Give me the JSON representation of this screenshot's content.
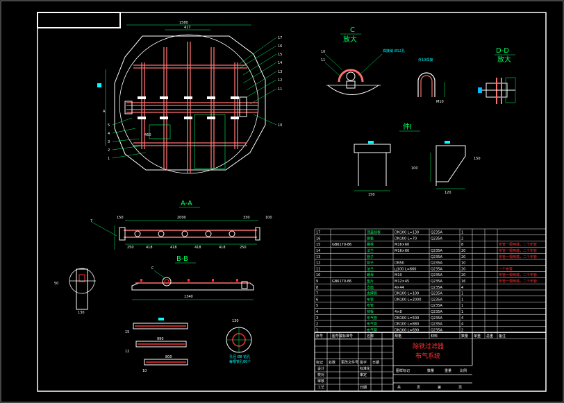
{
  "colors": {
    "background": "#000000",
    "frame": "#ffffff",
    "part": "#ff7070",
    "dimension": "#00ff66",
    "label": "#00ffff",
    "highlight": "#ff3030",
    "fill": "#00dd55",
    "accent": "#00bbff"
  },
  "plan": {
    "dim_top_1": "1580",
    "dim_top_2": "417",
    "dim_inner": "460",
    "section_mark": "A",
    "callouts": [
      "17",
      "16",
      "15",
      "14",
      "13",
      "12",
      "11",
      "10"
    ],
    "left_callouts": [
      "5",
      "4",
      "3",
      "2",
      "1"
    ]
  },
  "detail_c": {
    "title": "C",
    "subtitle": "放大",
    "note_1": "焊接缝 Ø12孔",
    "note_2": "外10焊接",
    "dim": "M10",
    "callout_a": "10",
    "callout_b": "11"
  },
  "detail_dd": {
    "title": "D-D",
    "subtitle": "放大"
  },
  "part_i": {
    "title": "件Ⅰ",
    "dim_a": "150",
    "dim_b": "100",
    "dim_c": "150",
    "dim_d": "120"
  },
  "section_aa": {
    "title": "A-A",
    "dim_total": "2000",
    "dim_left": "150",
    "dim_right": "330",
    "dim_end": "100",
    "spacing": [
      "250",
      "418",
      "418",
      "418",
      "418",
      "250"
    ],
    "callout": "7"
  },
  "section_bb": {
    "title": "B-B",
    "dim_total": "1340",
    "callout": "C",
    "side_dim_a": "50",
    "side_dim_b": "130"
  },
  "pipes": {
    "dim_mid": "990",
    "dim_low": "800",
    "callouts": [
      "15",
      "12",
      "10"
    ]
  },
  "detail_x": {
    "dim": "130",
    "note_1": "孔径 Ø8 钻孔",
    "note_2": "每根管孔80个"
  },
  "bom": {
    "header": [
      "序号",
      "图号或标准号",
      "名称",
      "规格",
      "材料",
      "数量",
      "单重",
      "总重",
      "备注"
    ],
    "rows": [
      [
        "17",
        "",
        "顶盖挡板",
        "DN100 L=130",
        "Q235A",
        "1",
        "",
        "",
        ""
      ],
      [
        "16",
        "",
        "侧板",
        "DN100 L=70",
        "Q235A",
        "2",
        "",
        "",
        ""
      ],
      [
        "15",
        "GB6170-86",
        "螺栓",
        "M16×60",
        "",
        "8",
        "",
        "",
        "布管一根两端，二个布管"
      ],
      [
        "14",
        "",
        "法兰",
        "M16×60",
        "Q235A",
        "20",
        "",
        "",
        "布管一根两端，二个布管"
      ],
      [
        "13",
        "",
        "管子",
        "",
        "Q235A",
        "20",
        "",
        "",
        "布管一根两端，二个布管"
      ],
      [
        "12",
        "",
        "管子",
        "DN50",
        "Q235A",
        "10",
        "",
        "",
        ""
      ],
      [
        "11",
        "",
        "法兰",
        "∐100 L=660",
        "Q235A",
        "20",
        "",
        "",
        "一个布管"
      ],
      [
        "10",
        "",
        "螺母",
        "M10",
        "Q235A",
        "20",
        "",
        "",
        "布管一根两端，二个布管"
      ],
      [
        "9",
        "GB6170-86",
        "垫片",
        "M12×45",
        "Q235A",
        "16",
        "",
        "",
        "布管一根两端，二个布管"
      ],
      [
        "8",
        "",
        "支座",
        "4×44",
        "Q235A",
        "4",
        "",
        "",
        ""
      ],
      [
        "7",
        "",
        "支撑管",
        "DN100 L=100",
        "Q235A",
        "1",
        "",
        "",
        ""
      ],
      [
        "6",
        "",
        "布管",
        "DN100 L=2000",
        "Q235A",
        "1",
        "",
        "",
        ""
      ],
      [
        "5",
        "",
        "布管",
        "",
        "Q235A",
        "1",
        "",
        "",
        ""
      ],
      [
        "4",
        "",
        "挡板",
        "4×8",
        "Q235A",
        "1",
        "",
        "",
        ""
      ],
      [
        "3",
        "",
        "布气管",
        "DN100 L=500",
        "Q235A",
        "4",
        "",
        "",
        ""
      ],
      [
        "2",
        "",
        "布气管",
        "DN100 L=880",
        "Q235A",
        "4",
        "",
        "",
        ""
      ],
      [
        "1",
        "",
        "布气管",
        "DN100 L=690",
        "Q235A",
        "2",
        "",
        "",
        ""
      ]
    ]
  },
  "title_block": {
    "product": "除铁过滤器",
    "drawing": "布气系统",
    "row_labels": [
      "标记",
      "处数",
      "更改文件号",
      "签字",
      "日期"
    ],
    "sign_labels": [
      "设计",
      "校对",
      "审核",
      "工艺"
    ],
    "sign_labels_2": [
      "标准化",
      "审定",
      "日期"
    ],
    "info_labels": [
      "图样标记",
      "数量",
      "重量",
      "比例"
    ],
    "sheet_labels": [
      "共",
      "页",
      "第",
      "页"
    ]
  }
}
